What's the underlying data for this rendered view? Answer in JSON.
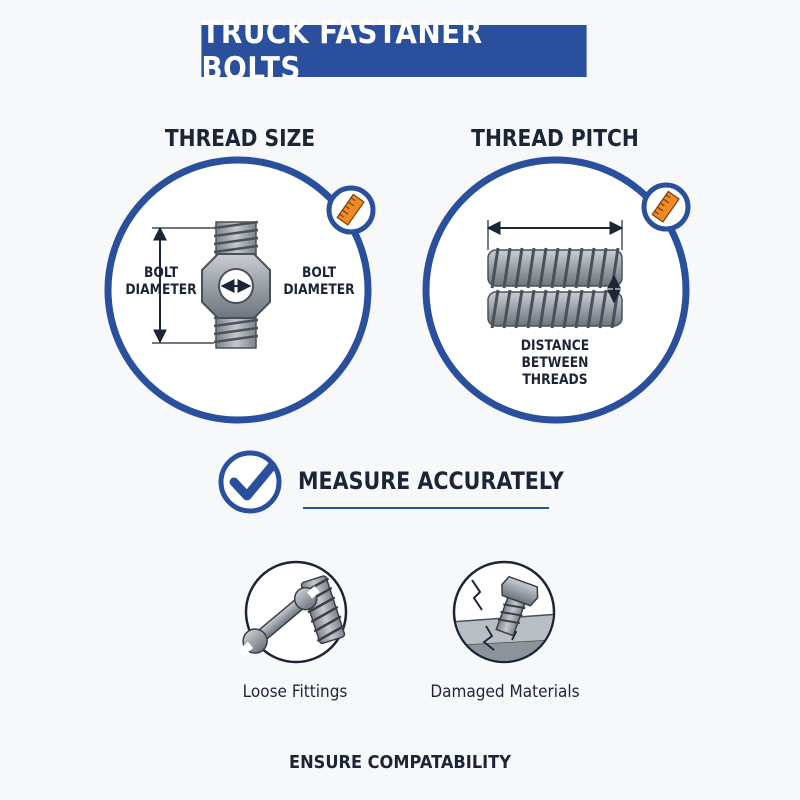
{
  "title": "TRUCK FASTANER BOLTS",
  "thread_size": {
    "heading": "THREAD SIZE",
    "label_left": "BOLT\nDIAMETER",
    "label_right": "BOLT\nDIAMETER",
    "badge_icon": "ruler-icon"
  },
  "thread_pitch": {
    "heading": "THREAD PITCH",
    "label": "DISTANCE\nBETWEEN\nTHREADS",
    "badge_icon": "ruler-icon"
  },
  "measure": {
    "label": "MEASURE ACCURATELY",
    "icon": "checkmark-icon"
  },
  "risks": [
    {
      "caption": "Loose Fittings",
      "icon": "wrench-bolt-icon"
    },
    {
      "caption": "Damaged Materials",
      "icon": "broken-surface-bolt-icon"
    }
  ],
  "footer": "ENSURE COMPATABILITY",
  "colors": {
    "primary_blue": "#2a4f9c",
    "accent_orange": "#f08a24",
    "dark_text": "#1c2536",
    "steel_gray": "#9aa0a8"
  }
}
